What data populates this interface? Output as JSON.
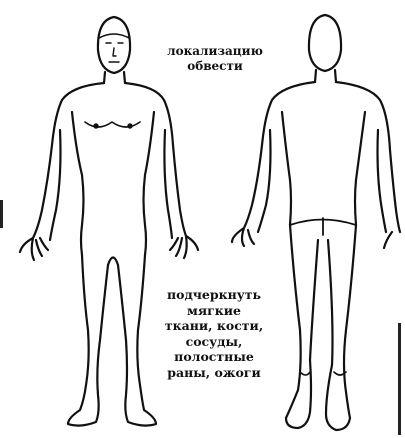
{
  "colors": {
    "ink": "#111111",
    "paper": "#ffffff"
  },
  "annotations": {
    "top_lines": [
      "локализацию",
      "обвести"
    ],
    "bottom_lines": [
      "подчеркнуть",
      "мягкие",
      "ткани, кости,",
      "сосуды,",
      "полостные",
      "раны, ожоги"
    ]
  },
  "figures": [
    "front-view",
    "back-view"
  ]
}
